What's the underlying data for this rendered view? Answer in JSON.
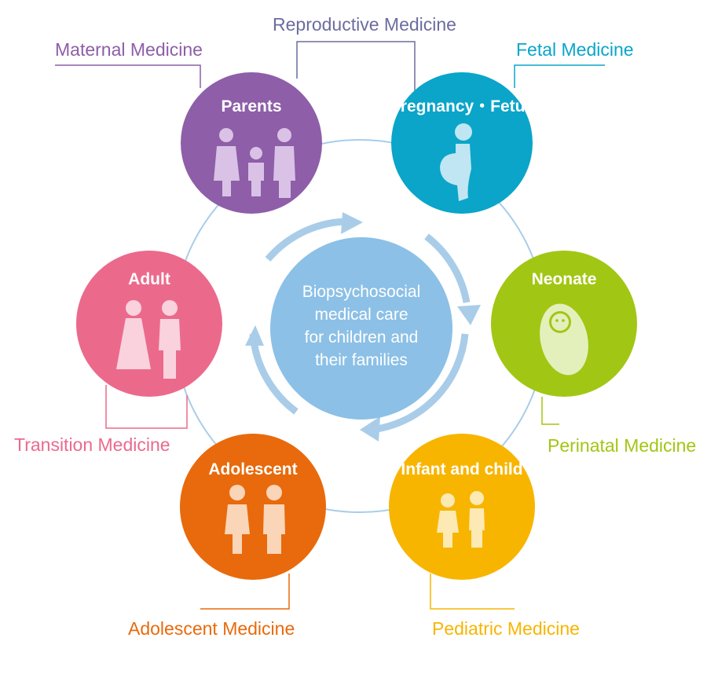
{
  "center": {
    "lines": [
      "Biopsychosocial",
      "medical care",
      "for children and",
      "their families"
    ]
  },
  "stages": {
    "parents": {
      "title": "Parents",
      "color": "#8e5ea8",
      "icon": "family-icon"
    },
    "pregnancy": {
      "title": "Pregnancy・Fetus",
      "color": "#0aa5c9",
      "icon": "pregnant-woman-icon"
    },
    "neonate": {
      "title": "Neonate",
      "color": "#a2c614",
      "icon": "swaddled-baby-icon"
    },
    "infant": {
      "title": "Infant and child",
      "color": "#f7b500",
      "icon": "children-icon"
    },
    "adolescent": {
      "title": "Adolescent",
      "color": "#e86a0c",
      "icon": "teenagers-icon"
    },
    "adult": {
      "title": "Adult",
      "color": "#eb6a8c",
      "icon": "wedding-couple-icon"
    }
  },
  "fields": {
    "reproductive": {
      "label": "Reproductive Medicine",
      "color": "#6c6ca0"
    },
    "maternal": {
      "label": "Maternal Medicine",
      "color": "#8e5ea8"
    },
    "fetal": {
      "label": "Fetal Medicine",
      "color": "#0aa5c9"
    },
    "perinatal": {
      "label": "Perinatal Medicine",
      "color": "#a2c614"
    },
    "pediatric": {
      "label": "Pediatric Medicine",
      "color": "#f7b500"
    },
    "adolescent": {
      "label": "Adolescent Medicine",
      "color": "#e86a0c"
    },
    "transition": {
      "label": "Transition Medicine",
      "color": "#eb6a8c"
    }
  },
  "colors": {
    "ring": "#a9cde8",
    "arrow": "#a9cde8",
    "center": "#8cc0e6"
  }
}
